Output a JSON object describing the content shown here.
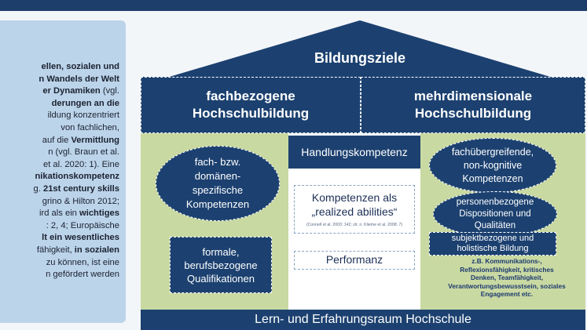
{
  "left_panel": {
    "lines": [
      [
        {
          "t": "ellen, sozialen und",
          "b": true
        }
      ],
      [
        {
          "t": "n Wandels der Welt",
          "b": true
        }
      ],
      [
        {
          "t": "er Dynamiken",
          "b": true
        },
        {
          "t": " (vgl.",
          "b": false
        }
      ],
      [
        {
          "t": "derungen an die",
          "b": true
        }
      ],
      [
        {
          "t": "ildung konzentriert",
          "b": false
        }
      ],
      [
        {
          "t": "von fachlichen,",
          "b": false
        }
      ],
      [
        {
          "t": "auf die ",
          "b": false
        },
        {
          "t": "Vermittlung",
          "b": true
        }
      ],
      [
        {
          "t": "n (vgl. Braun et al.",
          "b": false
        }
      ],
      [
        {
          "t": "et al. 2020: 1). Eine",
          "b": false
        }
      ],
      [
        {
          "t": "nikationskompetenz",
          "b": true
        }
      ],
      [
        {
          "t": "g. ",
          "b": false
        },
        {
          "t": "21st century skills",
          "b": true
        }
      ],
      [
        {
          "t": "grino & Hilton 2012;",
          "b": false
        }
      ],
      [
        {
          "t": "ird als ein ",
          "b": false
        },
        {
          "t": "wichtiges",
          "b": true
        }
      ],
      [
        {
          "t": ": 2, 4; Europäische",
          "b": false
        }
      ],
      [
        {
          "t": "lt ein wesentliches",
          "b": true
        }
      ],
      [
        {
          "t": "fähigkeit, ",
          "b": false
        },
        {
          "t": "in sozialen",
          "b": true
        }
      ],
      [
        {
          "t": "zu können, ist eine",
          "b": false
        }
      ],
      [
        {
          "t": "n gefördert werden",
          "b": false
        }
      ]
    ]
  },
  "diagram": {
    "roof_title": "Bildungsziele",
    "beam_left": "fachbezogene\nHochschulbildung",
    "beam_right": "mehrdimensionale\nHochschulbildung",
    "left_ellipse": "fach- bzw.\ndomänen-\nspezifische\nKompetenzen",
    "left_rect": "formale,\nberufsbezogene\nQualifikationen",
    "center_head": "Handlungskompetenz",
    "center_box_title": "Kompetenzen als\n„realized abilities“",
    "center_box_cite": "(Connell et al. 2003: 142; zit. n. Klieme et al. 2008: 7)",
    "center_perf": "Performanz",
    "right_ellipse_top": "fachübergreifende,\nnon-kognitive\nKompetenzen",
    "right_ellipse_mid": "personenbezogene\nDispositionen und\nQualitäten",
    "right_rect": "subjektbezogene und\nholistische Bildung",
    "right_examples": "z.B. Kommunikations-,\nReflexionsfähigkeit, kritisches\nDenken, Teamfähigkeit,\nVerantwortungsbewusstsein, soziales\nEngagement etc.",
    "base": "Lern- und Erfahrungsraum Hochschule"
  },
  "colors": {
    "navy": "#1c4170",
    "green": "#c9d9a2",
    "panel": "#bcd4ea",
    "example_text": "#1c3a70"
  }
}
